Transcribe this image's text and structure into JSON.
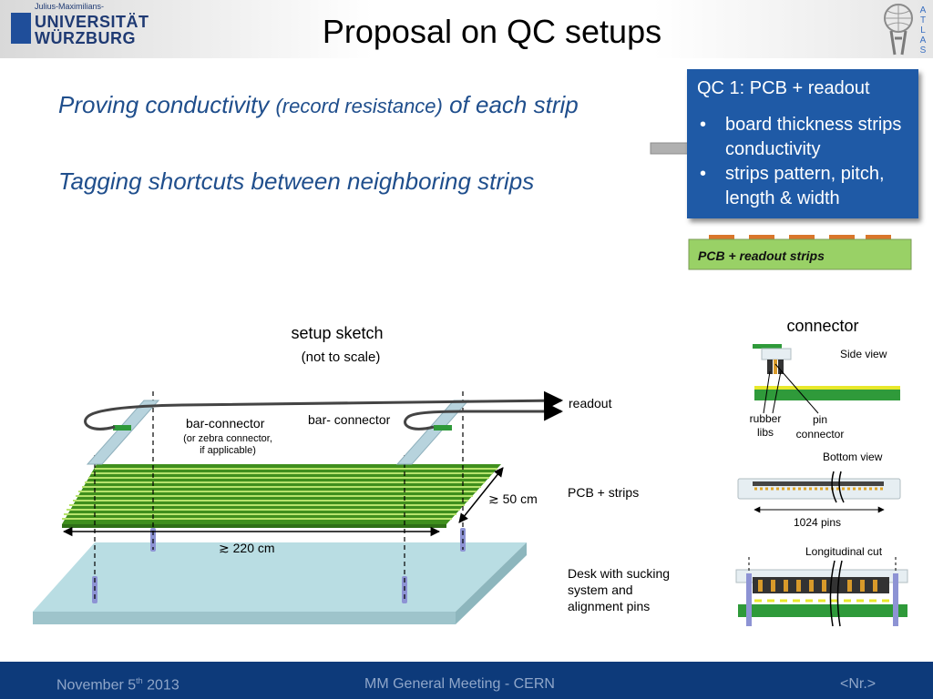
{
  "header": {
    "logo_small": "Julius-Maximilians-",
    "logo_line1": "UNIVERSITÄT",
    "logo_line2": "WÜRZBURG",
    "title": "Proposal on QC setups",
    "atlas_letters": [
      "A",
      "T",
      "L",
      "A",
      "S"
    ]
  },
  "main": {
    "line1_a": "Proving conductivity",
    "line1_b": "(record resistance)",
    "line1_c": "of each strip",
    "line2": "Tagging shortcuts between neighboring strips"
  },
  "qc_box": {
    "heading": "QC 1: PCB + readout",
    "bullets": [
      "board thickness strips conductivity",
      "strips pattern, pitch, length & width"
    ]
  },
  "pcb_label": "PCB + readout strips",
  "sketch": {
    "title": "setup sketch",
    "subtitle": "(not to scale)",
    "readout": "readout",
    "bar_connector_left": "bar-connector",
    "bar_connector_left_note1": "(or zebra connector,",
    "bar_connector_left_note2": "if applicable)",
    "bar_connector_right": "bar- connector",
    "width_dim": "≳ 50 cm",
    "length_dim": "≳ 220 cm",
    "pcb_strips": "PCB + strips",
    "desk_line1": "Desk with sucking",
    "desk_line2": "system and",
    "desk_line3": "alignment pins"
  },
  "connector": {
    "title": "connector",
    "side_view": "Side view",
    "rubber_1": "rubber",
    "rubber_2": "libs",
    "pin_1": "pin",
    "pin_2": "connector",
    "bottom_view": "Bottom view",
    "pins_count": "1024 pins",
    "longitudinal_cut": "Longitudinal cut"
  },
  "footer": {
    "date_pre": "November 5",
    "date_sup": "th",
    "date_post": " 2013",
    "meeting": "MM General Meeting - CERN",
    "page": "<Nr.>"
  },
  "colors": {
    "blue_box": "#1f5aa6",
    "footer": "#0d3a7a",
    "title_text": "#1f4e8c",
    "pcb_green": "#99d166",
    "strip_green": "#3a9a1a",
    "desk": "#b9dde3"
  }
}
